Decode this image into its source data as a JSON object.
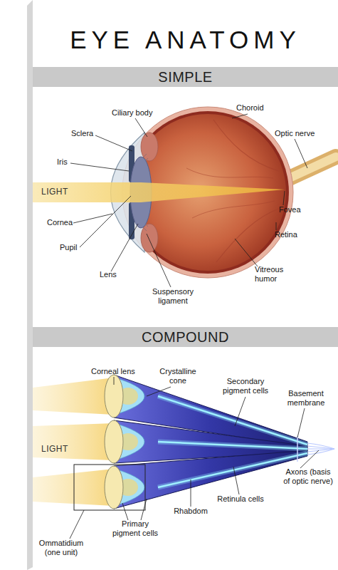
{
  "diagram": {
    "title": "EYE ANATOMY",
    "nodes": [
      {
        "text": [
          "SIMPLE"
        ]
      },
      {
        "text": [
          "COMPOUND"
        ]
      }
    ],
    "labels": [
      "Ciliary body",
      "Choroid",
      "Sclera",
      "Optic nerve",
      "Iris",
      "LIGHT",
      "Fovea",
      "Cornea",
      "Retina",
      "Pupil",
      "Lens",
      "Vitreous humor",
      "Suspensory ligament",
      "Corneal lens",
      "Crystalline cone",
      "Secondary pigment cells",
      "Basement membrane",
      "LIGHT",
      "Axons (basis of optic nerve)",
      "Retinula cells",
      "Rhabdom",
      "Primary pigment cells",
      "Ommatidium (one unit)"
    ]
  }
}
